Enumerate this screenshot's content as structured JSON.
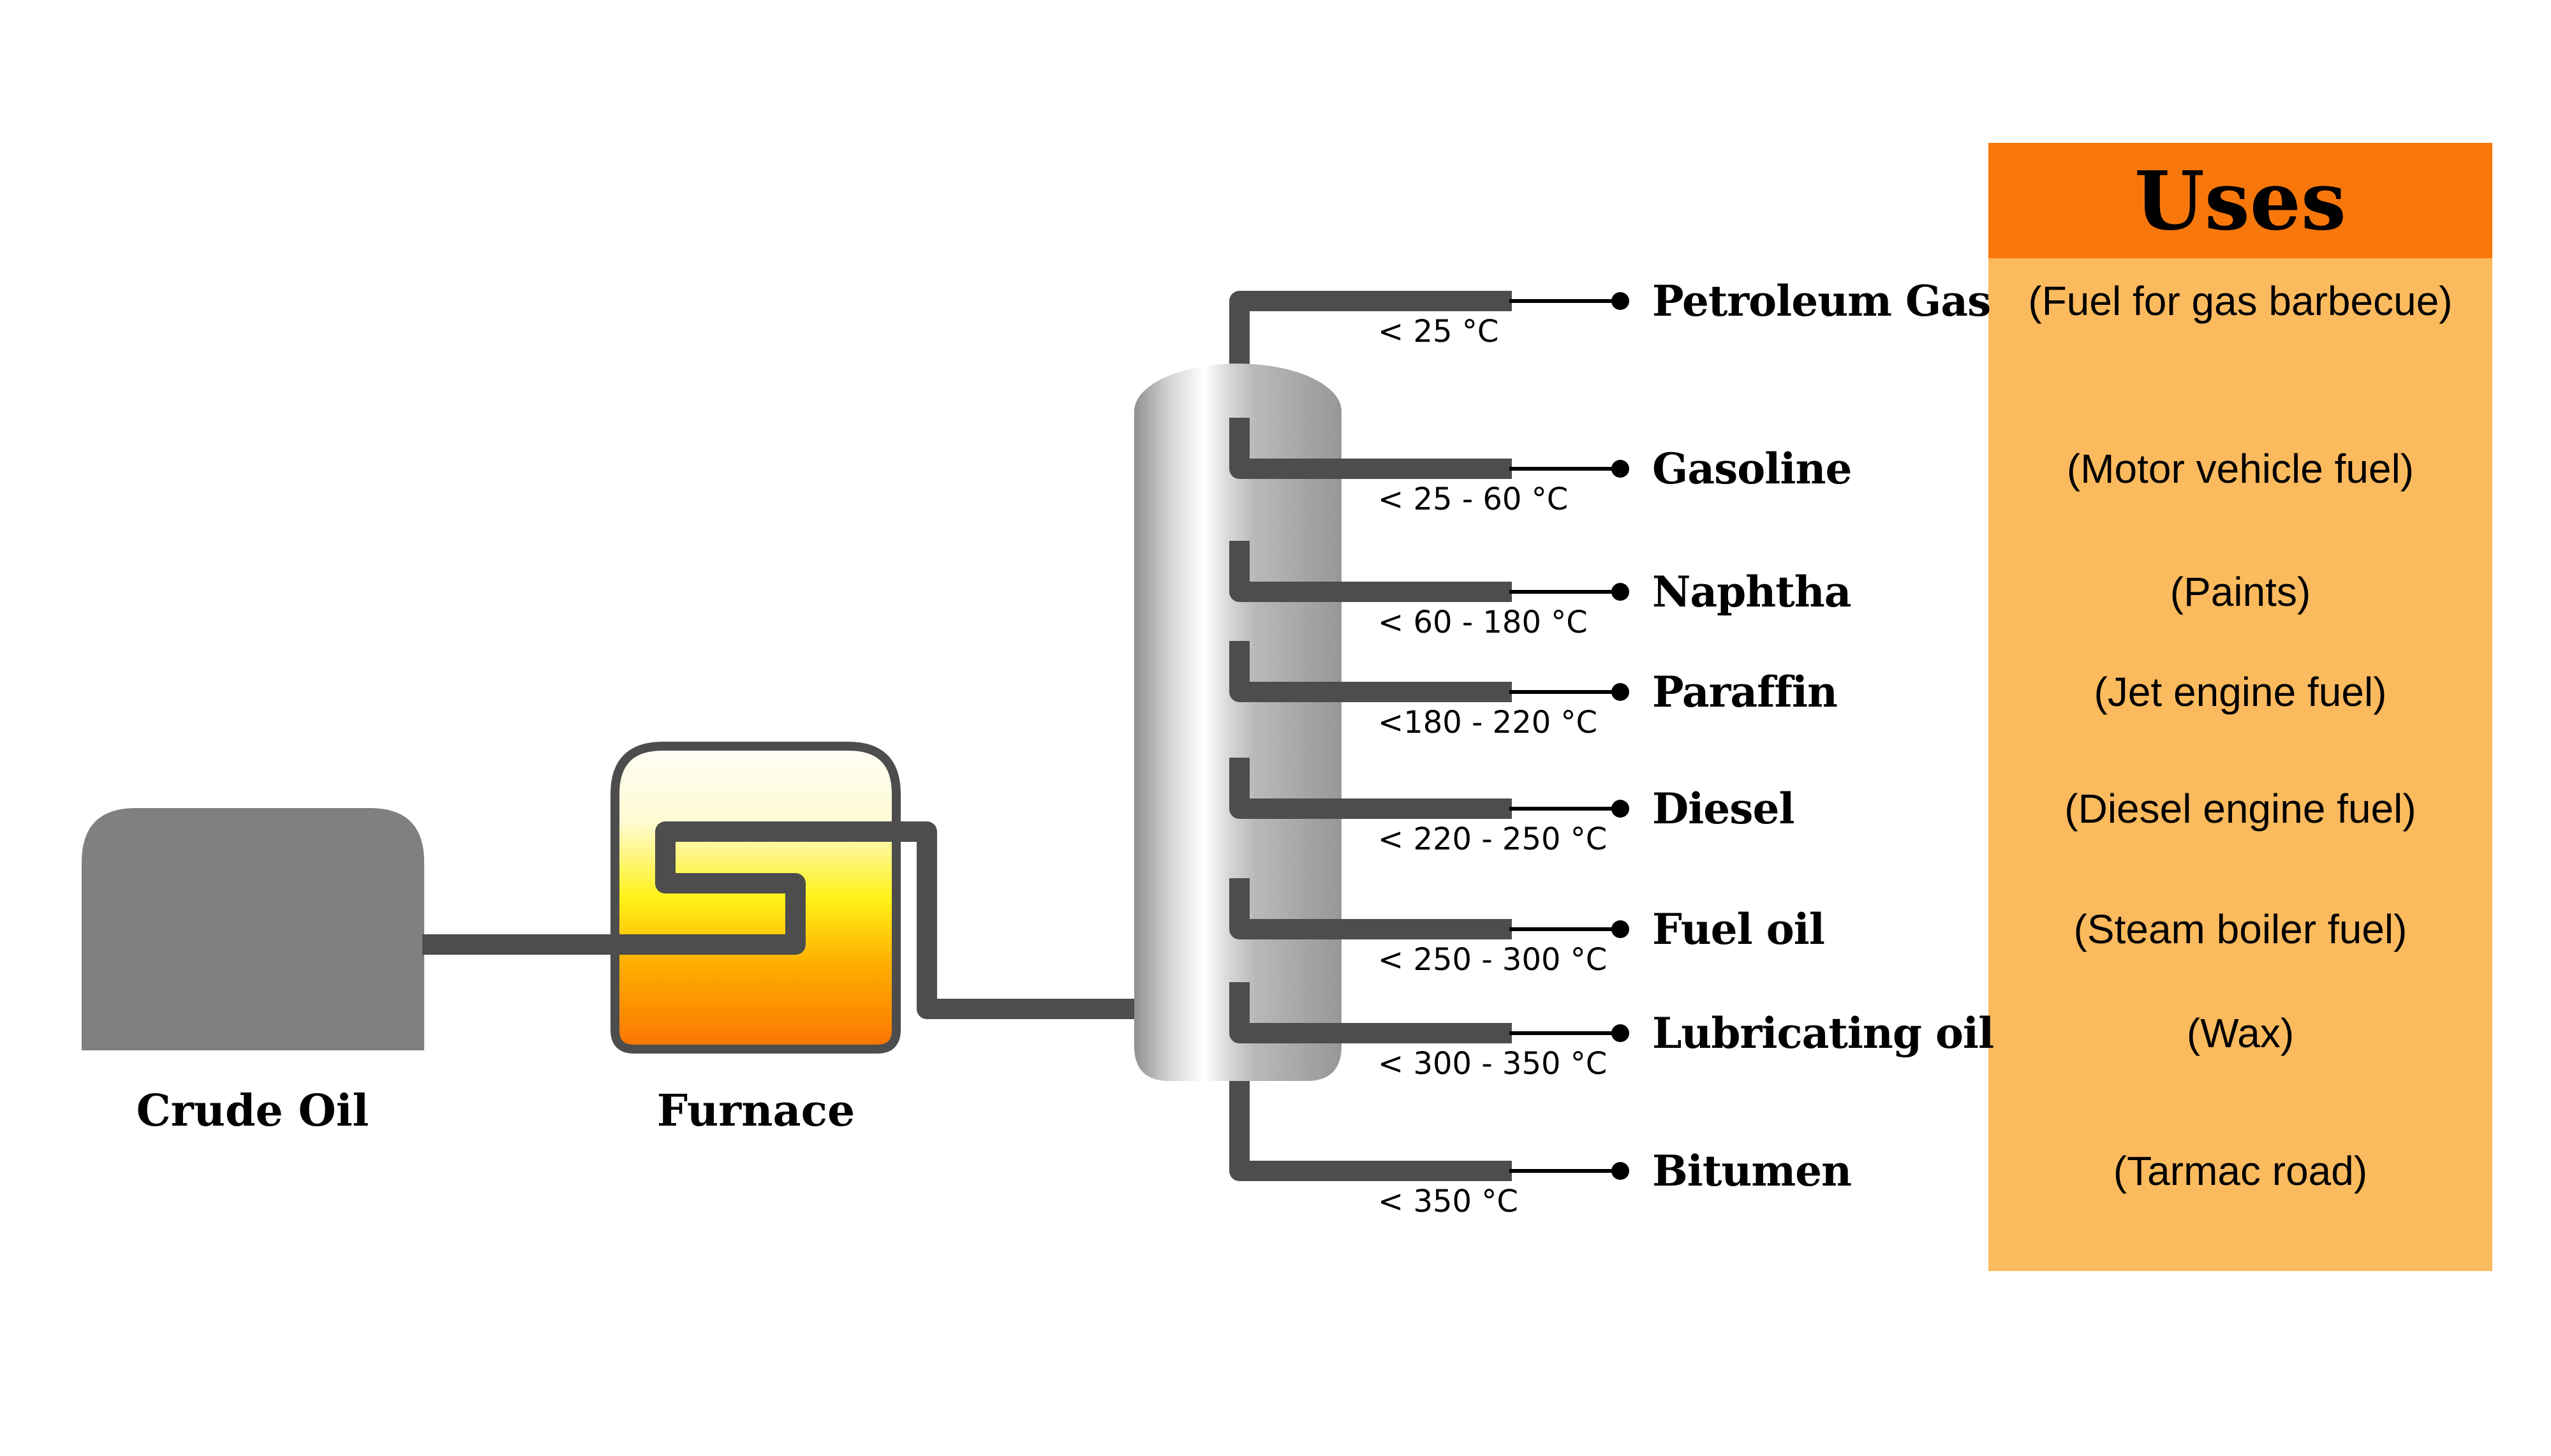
{
  "crude_oil": {
    "label": "Crude Oil"
  },
  "furnace": {
    "label": "Furnace"
  },
  "uses": {
    "title": "Uses"
  },
  "fractions": [
    {
      "name": "Petroleum Gas",
      "temp": "< 25 °C",
      "use": "(Fuel for gas barbecue)"
    },
    {
      "name": "Gasoline",
      "temp": "< 25 - 60 °C",
      "use": "(Motor vehicle fuel)"
    },
    {
      "name": "Naphtha",
      "temp": "< 60 - 180 °C",
      "use": "(Paints)"
    },
    {
      "name": "Paraffin",
      "temp": "<180 - 220 °C",
      "use": "(Jet engine fuel)"
    },
    {
      "name": "Diesel",
      "temp": "< 220 - 250 °C",
      "use": "(Diesel engine fuel)"
    },
    {
      "name": "Fuel oil",
      "temp": "< 250 - 300 °C",
      "use": "(Steam boiler fuel)"
    },
    {
      "name": "Lubricating oil",
      "temp": "< 300 - 350 °C",
      "use": "(Wax)"
    },
    {
      "name": "Bitumen",
      "temp": "< 350 °C",
      "use": "(Tarmac road)"
    }
  ],
  "colors": {
    "pipe": "#4D4D4D",
    "crude_tank": "#808080",
    "uses_header_bg": "#F8770B",
    "uses_body_bg": "#FBBA5E",
    "furnace_top": "#FFFFF6",
    "furnace_mid": "#FFF219",
    "furnace_bottom": "#FA7402",
    "column_light": "#FFFFFF",
    "column_dark": "#8F8F8F",
    "text": "#000000"
  }
}
